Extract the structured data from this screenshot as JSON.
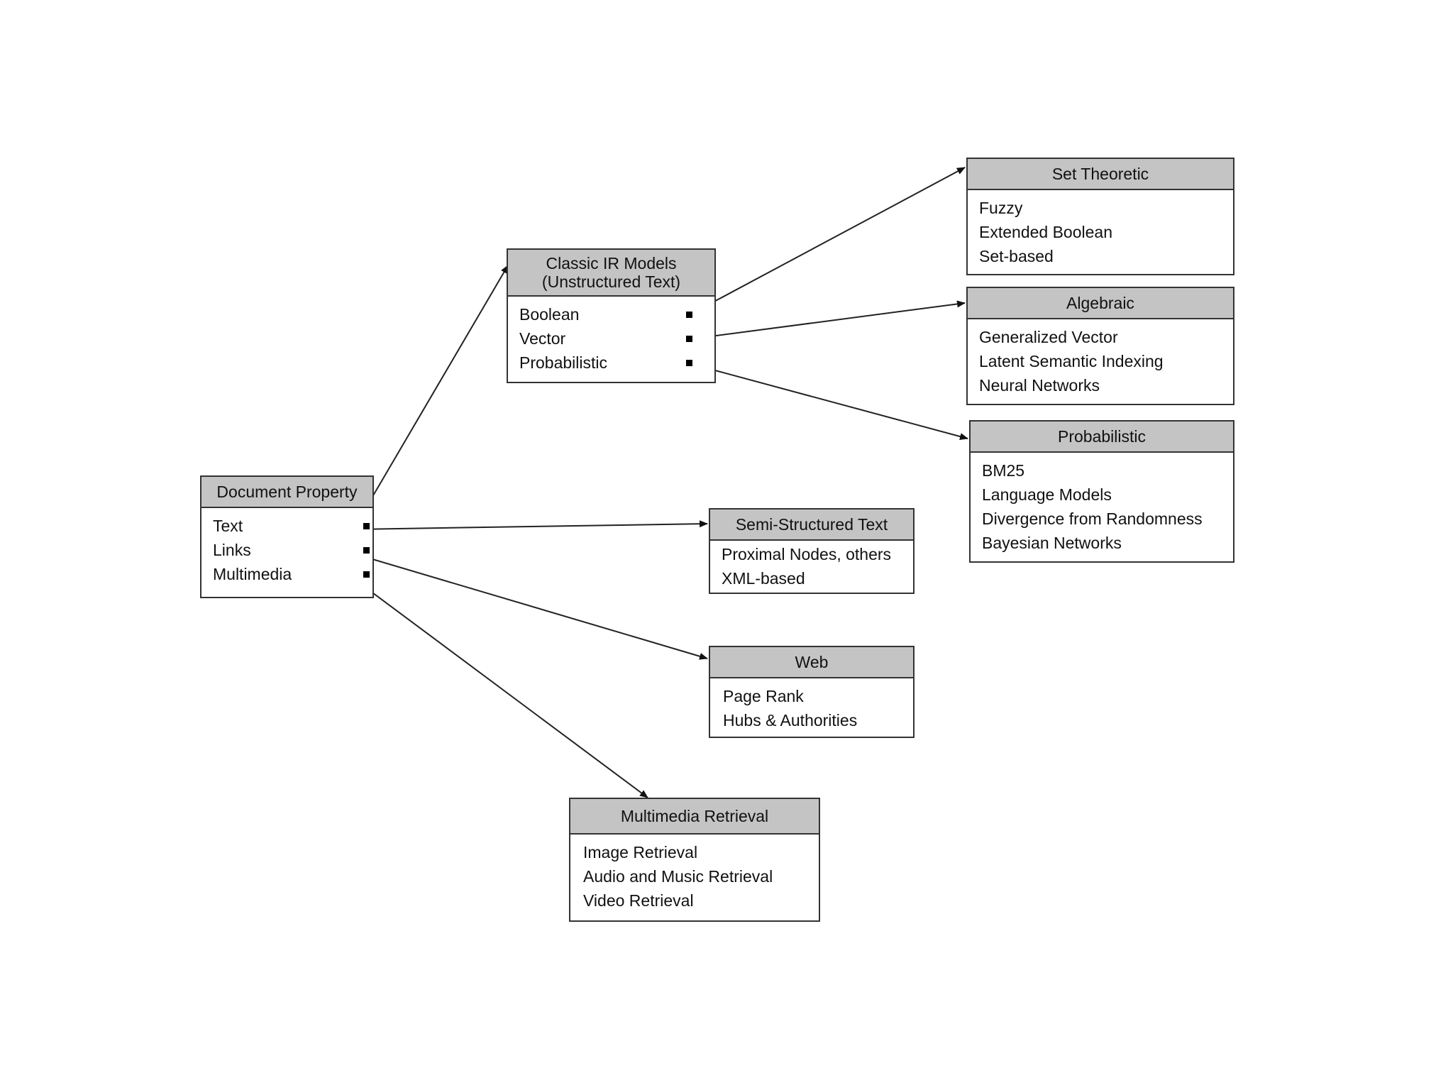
{
  "nodes": {
    "doc": {
      "title": [
        "Document Property"
      ],
      "items": [
        "Text",
        "Links",
        "Multimedia"
      ]
    },
    "classic": {
      "title": [
        "Classic IR Models",
        "(Unstructured Text)"
      ],
      "items": [
        "Boolean",
        "Vector",
        "Probabilistic"
      ]
    },
    "set": {
      "title": [
        "Set Theoretic"
      ],
      "items": [
        "Fuzzy",
        "Extended Boolean",
        "Set-based"
      ]
    },
    "alg": {
      "title": [
        "Algebraic"
      ],
      "items": [
        "Generalized Vector",
        "Latent Semantic Indexing",
        "Neural Networks"
      ]
    },
    "prob": {
      "title": [
        "Probabilistic"
      ],
      "items": [
        "BM25",
        "Language Models",
        "Divergence from Randomness",
        "Bayesian Networks"
      ]
    },
    "semi": {
      "title": [
        "Semi-Structured Text"
      ],
      "items": [
        "Proximal Nodes, others",
        "XML-based"
      ]
    },
    "web": {
      "title": [
        "Web"
      ],
      "items": [
        "Page Rank",
        "Hubs & Authorities"
      ]
    },
    "mm": {
      "title": [
        "Multimedia Retrieval"
      ],
      "items": [
        "Image Retrieval",
        "Audio and Music Retrieval",
        "Video Retrieval"
      ]
    }
  },
  "edges": [
    {
      "from": "doc.Text",
      "to": "classic"
    },
    {
      "from": "doc.Text",
      "to": "semi"
    },
    {
      "from": "doc.Links",
      "to": "web"
    },
    {
      "from": "doc.Multimedia",
      "to": "mm"
    },
    {
      "from": "classic.Boolean",
      "to": "set"
    },
    {
      "from": "classic.Vector",
      "to": "alg"
    },
    {
      "from": "classic.Probabilistic",
      "to": "prob"
    }
  ]
}
